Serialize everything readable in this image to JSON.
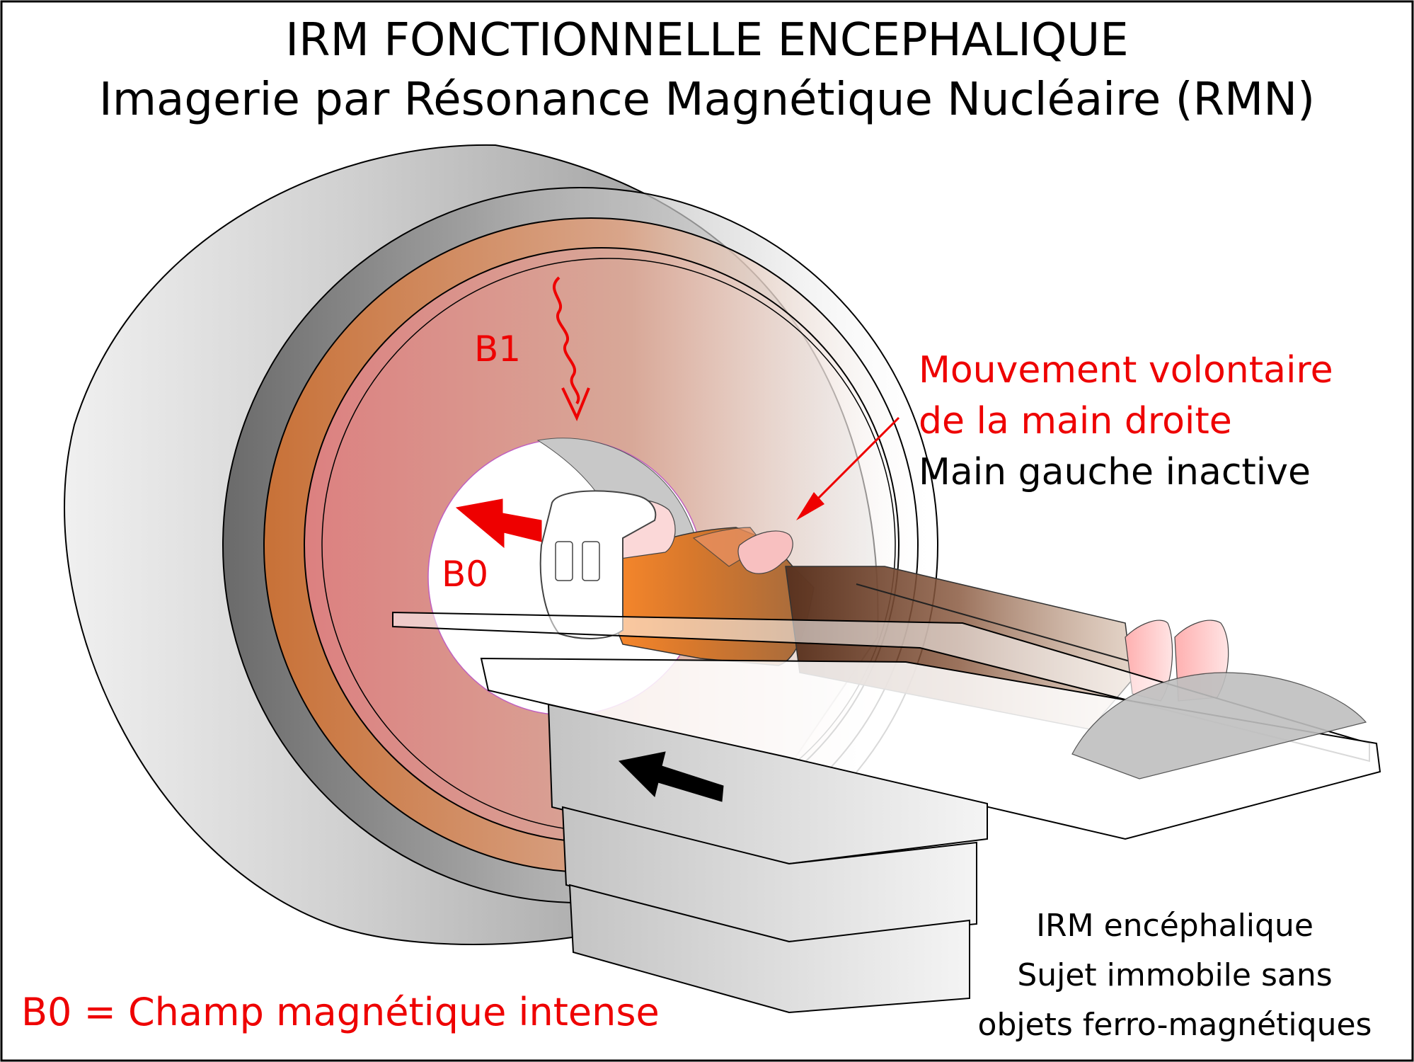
{
  "header": {
    "title": "IRM FONCTIONNELLE ENCEPHALIQUE",
    "subtitle": "Imagerie par Résonance Magnétique Nucléaire (RMN)"
  },
  "labels": {
    "b1": "B1",
    "b0": "B0",
    "movement_line1": "Mouvement volontaire",
    "movement_line2": "de la main droite",
    "movement_line3": "Main gauche inactive",
    "legend_b0": "B0 = Champ magnétique intense",
    "note_line1": "IRM encéphalique",
    "note_line2": "Sujet immobile sans",
    "note_line3": "objets ferro-magnétiques"
  },
  "colors": {
    "accent_red": "#ee0000",
    "coil_orange": "#c87137",
    "field_pink": "#d98080",
    "shell_grey": "#9a9a9a"
  }
}
